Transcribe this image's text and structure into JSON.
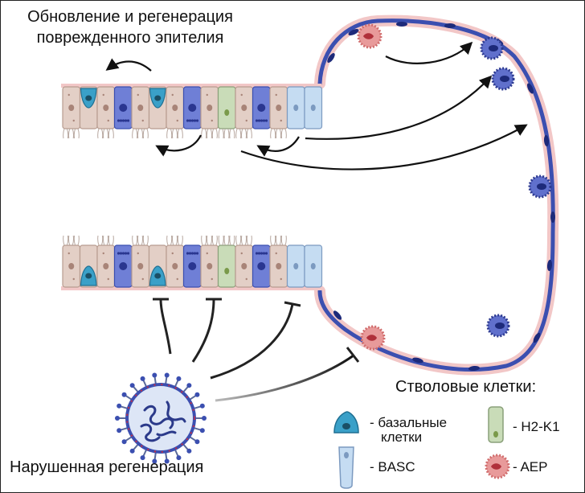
{
  "labels": {
    "top_title_line1": "Обновление и регенерация",
    "top_title_line2": "поврежденного эпителия",
    "bottom_title": "Нарушенная регенерация",
    "legend_title": "Стволовые клетки:"
  },
  "legend": [
    {
      "icon": "basal-cell-icon",
      "text_line1": "- базальные",
      "text_line2": "клетки"
    },
    {
      "icon": "h2k1-cell-icon",
      "text_line1": "- H2-K1"
    },
    {
      "icon": "basc-cell-icon",
      "text_line1": "- BASC"
    },
    {
      "icon": "aep-cell-icon",
      "text_line1": "- AEP"
    }
  ],
  "colors": {
    "columnar": "#e3cfc6",
    "basal": "#3aa0c8",
    "club": "#6f7fd6",
    "h2k1": "#c9dcb8",
    "basc": "#c5dcf2",
    "aep": "#e89a9a",
    "alveolar_wall": "#3b4fb0",
    "membrane": "#f2c7c7"
  }
}
